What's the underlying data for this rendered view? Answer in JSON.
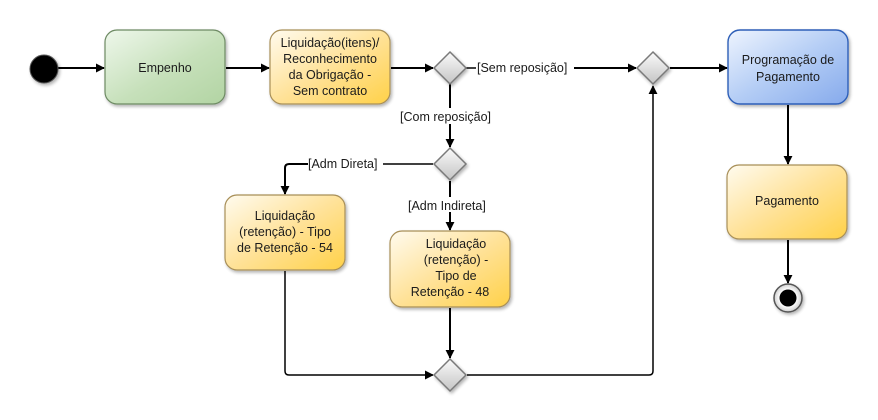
{
  "diagram": {
    "type": "activity",
    "nodes": {
      "start": {
        "kind": "initial",
        "label": ""
      },
      "empenho": {
        "kind": "action",
        "style": "green",
        "lines": [
          "Empenho"
        ]
      },
      "liquidacao_itens": {
        "kind": "action",
        "style": "yellow",
        "lines": [
          "Liquidação(itens)/",
          "Reconhecimento",
          "da Obrigação -",
          "Sem contrato"
        ]
      },
      "decision_reposicao": {
        "kind": "decision"
      },
      "merge_pagamento": {
        "kind": "merge"
      },
      "programacao": {
        "kind": "action",
        "style": "blue",
        "lines": [
          "Programação de",
          "Pagamento"
        ]
      },
      "pagamento": {
        "kind": "action",
        "style": "yellow",
        "lines": [
          "Pagamento"
        ]
      },
      "end": {
        "kind": "final",
        "label": ""
      },
      "decision_adm": {
        "kind": "decision"
      },
      "liquidacao_54": {
        "kind": "action",
        "style": "yellow",
        "lines": [
          "Liquidação",
          "(retenção) - Tipo",
          "de Retenção - 54"
        ]
      },
      "liquidacao_48": {
        "kind": "action",
        "style": "yellow",
        "lines": [
          "Liquidação",
          "(retenção) -",
          "Tipo de",
          "Retenção - 48"
        ]
      },
      "merge_retencao": {
        "kind": "merge"
      }
    },
    "guards": {
      "sem_reposicao": "[Sem reposição]",
      "com_reposicao": "[Com reposição]",
      "adm_direta": "[Adm Direta]",
      "adm_indireta": "[Adm Indireta]"
    },
    "edges": [
      {
        "from": "start",
        "to": "empenho"
      },
      {
        "from": "empenho",
        "to": "liquidacao_itens"
      },
      {
        "from": "liquidacao_itens",
        "to": "decision_reposicao"
      },
      {
        "from": "decision_reposicao",
        "to": "merge_pagamento",
        "guard": "[Sem reposição]"
      },
      {
        "from": "decision_reposicao",
        "to": "decision_adm",
        "guard": "[Com reposição]"
      },
      {
        "from": "decision_adm",
        "to": "liquidacao_54",
        "guard": "[Adm Direta]"
      },
      {
        "from": "decision_adm",
        "to": "liquidacao_48",
        "guard": "[Adm Indireta]"
      },
      {
        "from": "liquidacao_54",
        "to": "merge_retencao"
      },
      {
        "from": "liquidacao_48",
        "to": "merge_retencao"
      },
      {
        "from": "merge_retencao",
        "to": "merge_pagamento"
      },
      {
        "from": "merge_pagamento",
        "to": "programacao"
      },
      {
        "from": "programacao",
        "to": "pagamento"
      },
      {
        "from": "pagamento",
        "to": "end"
      }
    ],
    "colors": {
      "green_fill_light": "#e8f3e4",
      "green_fill_dark": "#b5d6a7",
      "green_stroke": "#6d8a63",
      "yellow_fill_light": "#fff6dc",
      "yellow_fill_dark": "#ffd457",
      "yellow_stroke": "#a88f58",
      "blue_fill_light": "#e6effd",
      "blue_fill_dark": "#8fb2ee",
      "blue_stroke": "#2d5fb8",
      "decision_fill_light": "#f6f6f6",
      "decision_fill_dark": "#c8c8c8",
      "decision_stroke": "#7a7a7a"
    }
  }
}
